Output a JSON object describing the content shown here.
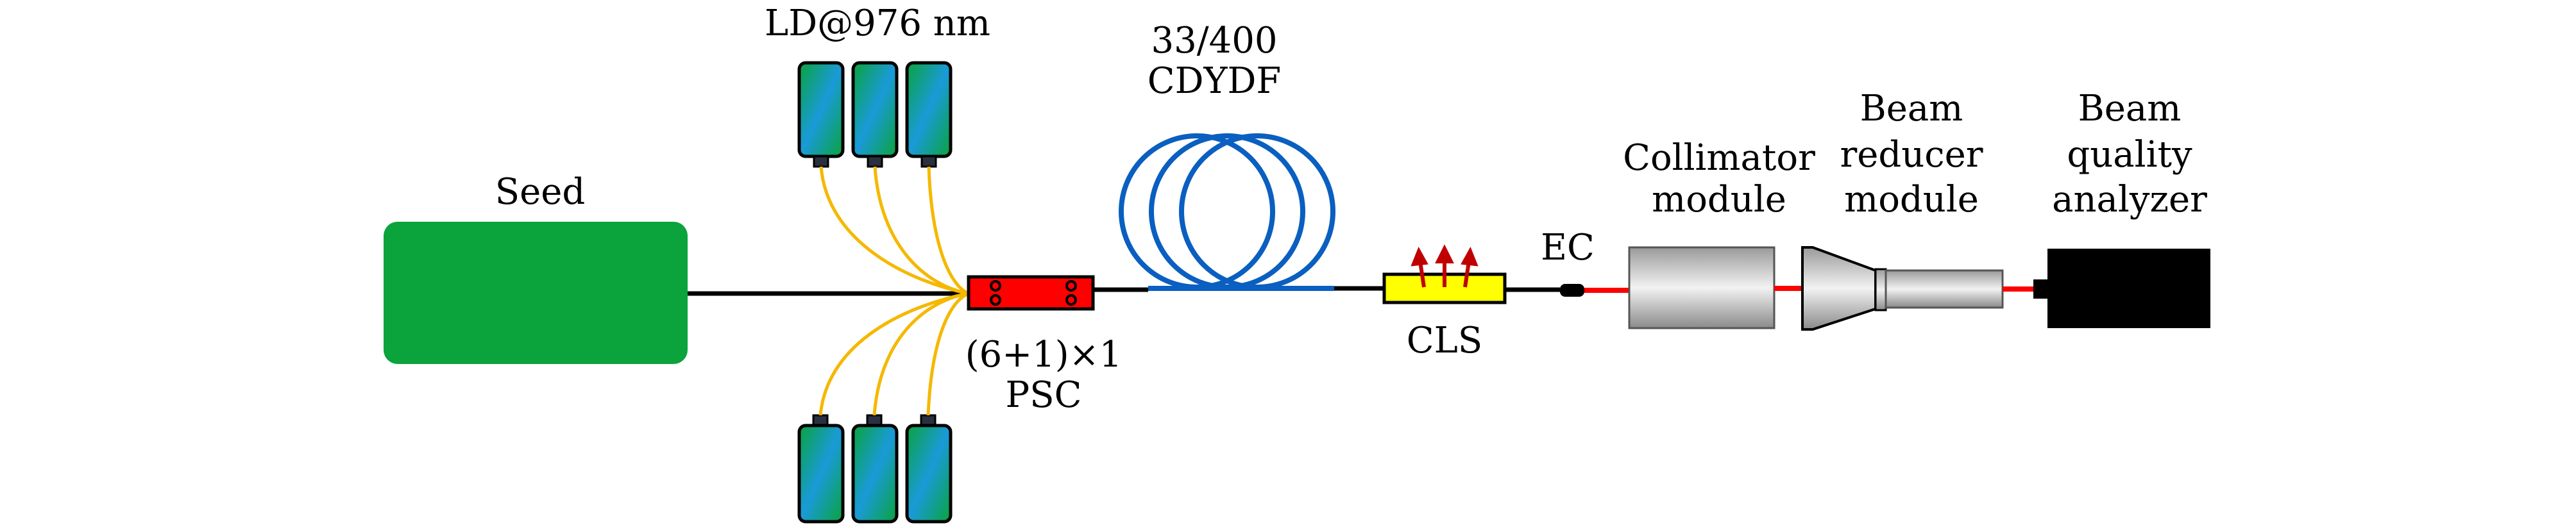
{
  "labels": {
    "seed": "Seed",
    "ld": "LD@976 nm",
    "fiber_line1": "33/400",
    "fiber_line2": "CDYDF",
    "psc_line1": "(6+1)×1",
    "psc_line2": "PSC",
    "cls": "CLS",
    "ec": "EC",
    "collimator_line1": "Collimator",
    "collimator_line2": "module",
    "reducer_line1": "Beam",
    "reducer_line2": "reducer",
    "reducer_line3": "module",
    "analyzer_line1": "Beam",
    "analyzer_line2": "quality",
    "analyzer_line3": "analyzer"
  },
  "colors": {
    "seed": "#0aa33c",
    "psc": "#ff0000",
    "cls": "#ffff00",
    "fiber_coil": "#0a5fc0",
    "pump_fiber": "#f5b800",
    "laser_beam": "#ff0000",
    "analyzer": "#000000",
    "arrow": "#c00000"
  }
}
